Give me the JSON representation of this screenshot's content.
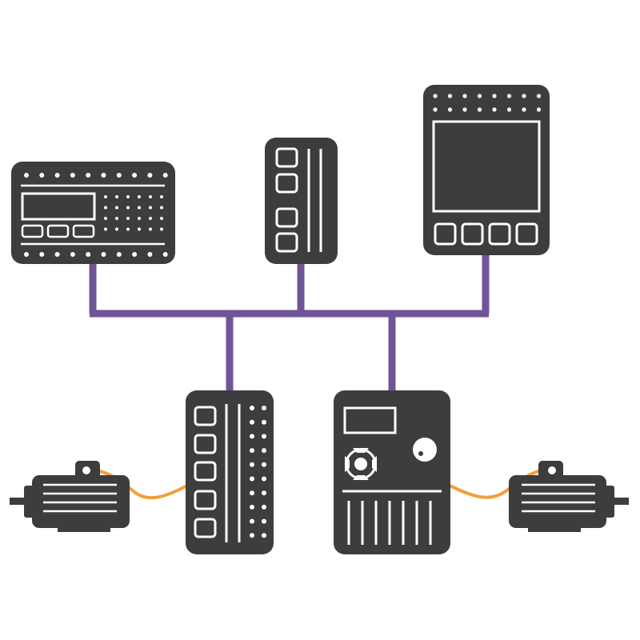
{
  "colors": {
    "device": "#3d3d3d",
    "detail": "#ffffff",
    "bus": "#6f5496",
    "motor_cable": "#f0a03c",
    "background": "#ffffff"
  },
  "devices": [
    {
      "name": "hmi-controller",
      "icon": "hmi-panel-icon"
    },
    {
      "name": "io-module-top",
      "icon": "io-module-icon"
    },
    {
      "name": "touch-panel",
      "icon": "touch-panel-icon"
    },
    {
      "name": "motor-drive-left",
      "icon": "drive-module-icon"
    },
    {
      "name": "motor-drive-right",
      "icon": "frequency-inverter-icon"
    },
    {
      "name": "motor-left",
      "icon": "electric-motor-icon"
    },
    {
      "name": "motor-right",
      "icon": "electric-motor-icon"
    }
  ]
}
